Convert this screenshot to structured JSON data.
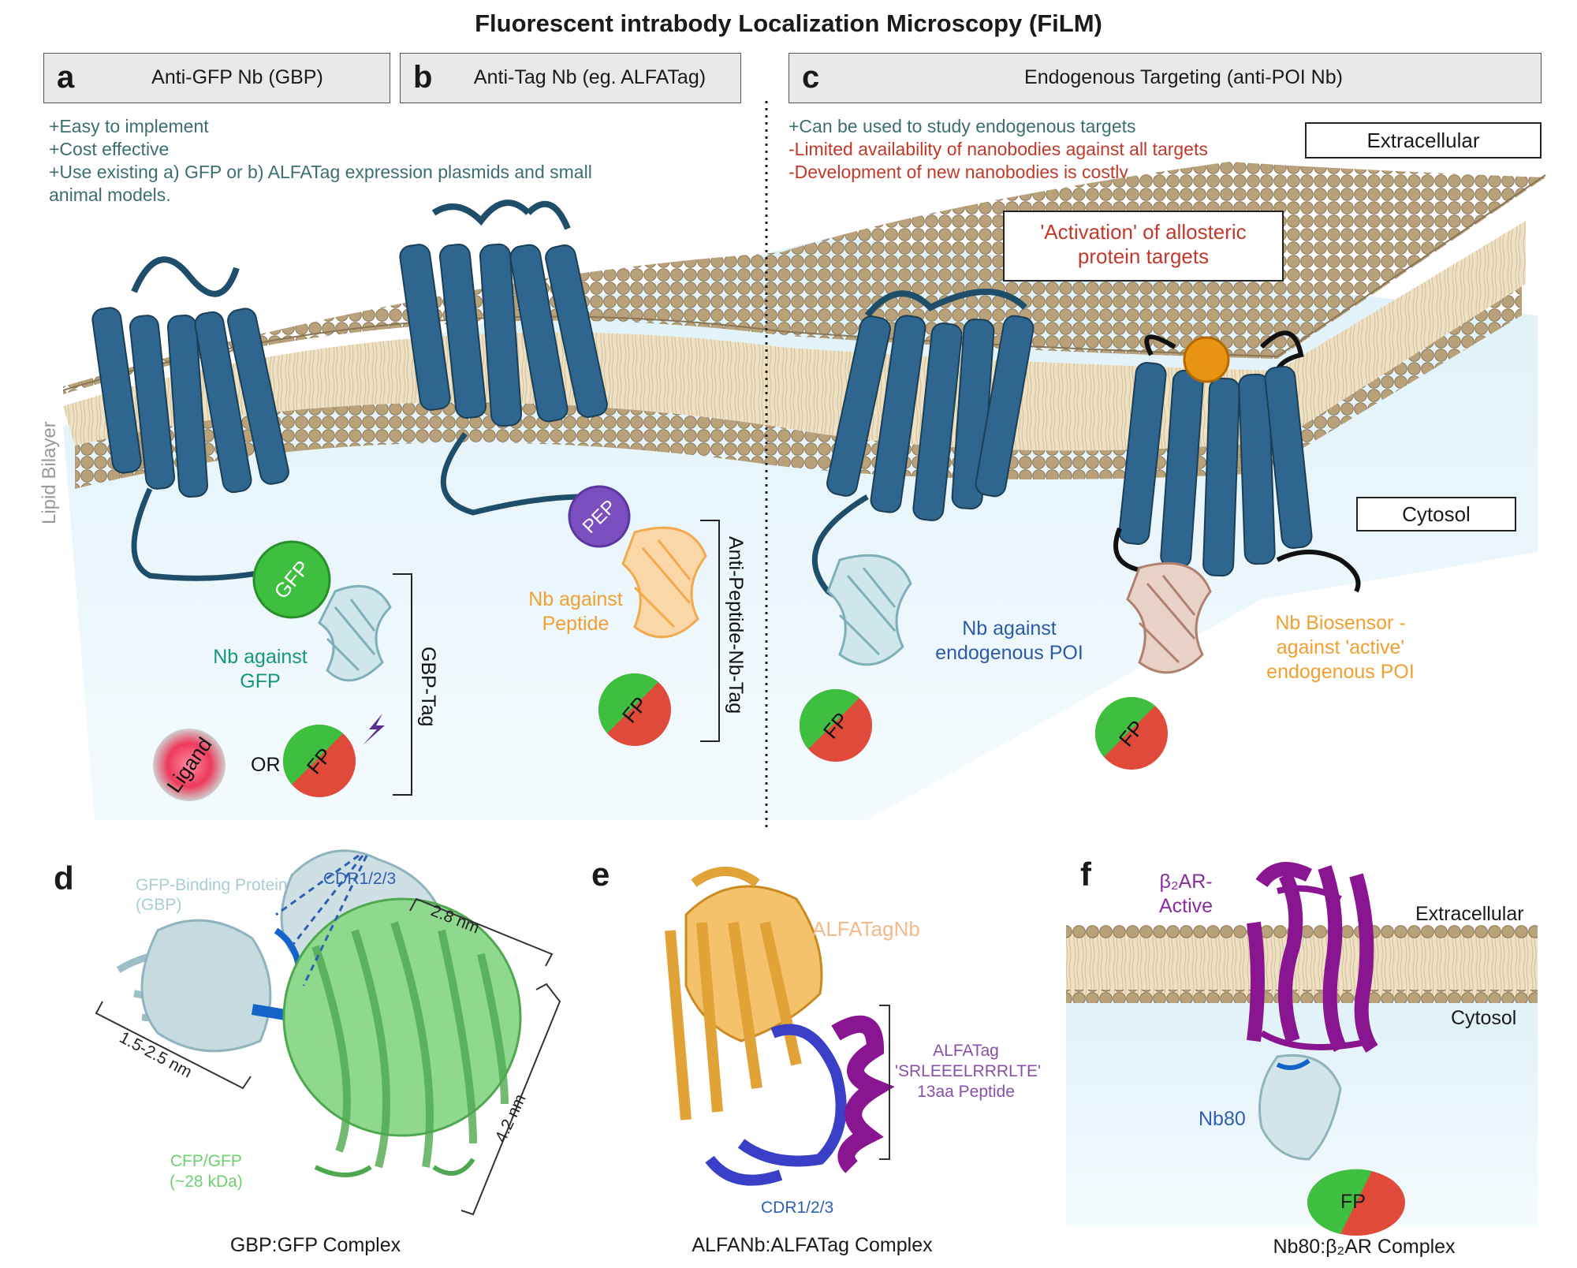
{
  "title": "Fluorescent intrabody Localization Microscopy (FiLM)",
  "headers": {
    "a": {
      "letter": "a",
      "text": "Anti-GFP Nb (GBP)"
    },
    "b": {
      "letter": "b",
      "text": "Anti-Tag Nb (eg. ALFATag)"
    },
    "c": {
      "letter": "c",
      "text": "Endogenous Targeting (anti-POI Nb)"
    }
  },
  "pros_ab": [
    "+Easy to implement",
    "+Cost effective",
    "+Use existing a) GFP or b) ALFATag expression plasmids and small",
    "animal models."
  ],
  "pros_c": {
    "pro": "+Can be used to study endogenous targets",
    "con1": "-Limited availability of nanobodies against all targets",
    "con2": "-Development of new nanobodies is costly"
  },
  "labels": {
    "extracellular": "Extracellular",
    "cytosol": "Cytosol",
    "activation_line1": "'Activation' of allosteric",
    "activation_line2": "protein targets",
    "lipid_bilayer": "Lipid Bilayer",
    "gfp": "GFP",
    "pep": "PEP",
    "fp": "FP",
    "ligand": "Ligand",
    "or": "OR",
    "nb_gfp_1": "Nb against",
    "nb_gfp_2": "GFP",
    "nb_pep_1": "Nb against",
    "nb_pep_2": "Peptide",
    "gbp_tag": "GBP-Tag",
    "anti_pep_tag": "Anti-Peptide-Nb-Tag",
    "nb_endo_1": "Nb against",
    "nb_endo_2": "endogenous POI",
    "biosensor_1": "Nb Biosensor -",
    "biosensor_2": "against 'active'",
    "biosensor_3": "endogenous POI"
  },
  "panel_d": {
    "letter": "d",
    "gbp_1": "GFP-Binding Protein",
    "gbp_2": "(GBP)",
    "cdr": "CDR1/2/3",
    "dim_28": "2.8 nm",
    "dim_15": "1.5-2.5 nm",
    "dim_42": "4.2 nm",
    "cfp_1": "CFP/GFP",
    "cfp_2": "(~28 kDa)",
    "caption": "GBP:GFP Complex"
  },
  "panel_e": {
    "letter": "e",
    "alfanb": "ALFATagNb",
    "tag_1": "ALFATag",
    "tag_2": "'SRLEEELRRRLTE'",
    "tag_3": "13aa Peptide",
    "cdr": "CDR1/2/3",
    "caption": "ALFANb:ALFATag Complex"
  },
  "panel_f": {
    "letter": "f",
    "b2ar_1": "β₂AR-",
    "b2ar_2": "Active",
    "extracellular": "Extracellular",
    "cytosol": "Cytosol",
    "nb80": "Nb80",
    "fp": "FP",
    "caption": "Nb80:β₂AR Complex"
  },
  "colors": {
    "receptor": "#2f6690",
    "lipid_head": "#b9a27a",
    "lipid_tail": "#efe2c4",
    "gfp_green": "#3fbf3f",
    "fp_red": "#e04a3a",
    "pep_purple": "#7b4fc0",
    "nb_lightblue": "#a9d1d8",
    "nb_orange": "#f2a950",
    "nb_brown": "#b08070",
    "ligand_pink": "#ee3a5a"
  }
}
